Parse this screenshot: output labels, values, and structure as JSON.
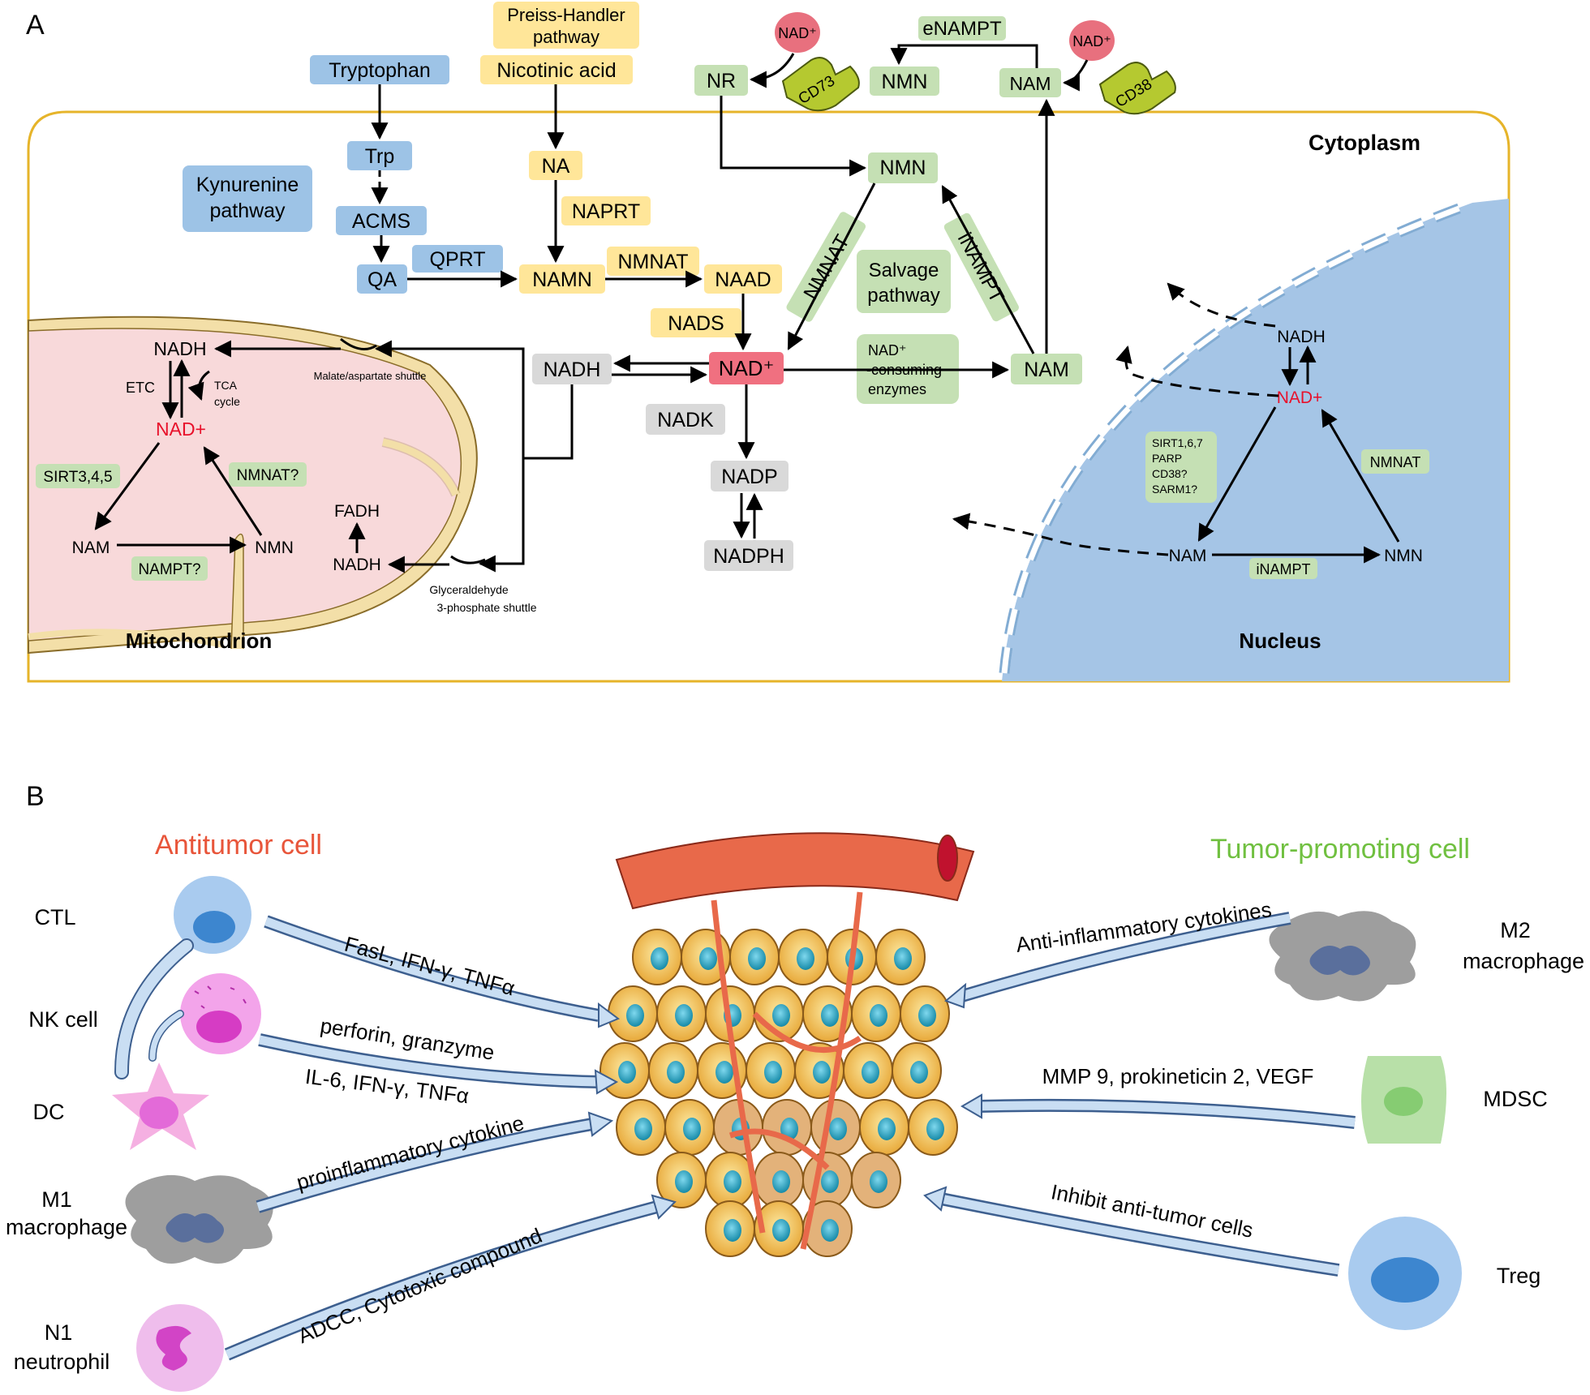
{
  "panel_a": {
    "label": "A",
    "compartments": {
      "cytoplasm": "Cytoplasm",
      "mitochondrion": "Mitochondrion",
      "nucleus": "Nucleus"
    },
    "pathways": {
      "preiss_handler": [
        "Preiss-Handler",
        "pathway"
      ],
      "kynurenine": [
        "Kynurenine",
        "pathway"
      ],
      "salvage": [
        "Salvage",
        "pathway"
      ]
    },
    "extracellular": {
      "nad_left": "NAD⁺",
      "cd73": "CD73",
      "nr": "NR",
      "enampt": "eNAMPT",
      "nmn": "NMN",
      "nad_right": "NAD⁺",
      "cd38": "CD38",
      "nam": "NAM"
    },
    "kynurenine_nodes": {
      "tryptophan": "Tryptophan",
      "trp": "Trp",
      "acms": "ACMS",
      "qa": "QA",
      "qprt": "QPRT"
    },
    "preiss_nodes": {
      "nicotinic_acid": "Nicotinic acid",
      "na": "NA",
      "naprt": "NAPRT",
      "namn": "NAMN",
      "nmnat": "NMNAT",
      "naad": "NAAD",
      "nads": "NADS"
    },
    "salvage_nodes": {
      "nmn": "NMN",
      "nmnat": "NMNAT",
      "inampt": "iNAMPT",
      "nam": "NAM",
      "consuming": [
        "NAD⁺",
        "-consuming",
        "enzymes"
      ]
    },
    "core_nodes": {
      "nad": "NAD⁺",
      "nadh": "NADH",
      "nadk": "NADK",
      "nadp": "NADP",
      "nadph": "NADPH"
    },
    "mito": {
      "nadh": "NADH",
      "nad": "NAD+",
      "etc": "ETC",
      "tca": [
        "TCA",
        "cycle"
      ],
      "sirt": "SIRT3,4,5",
      "nmnat": "NMNAT?",
      "nam": "NAM",
      "nmn": "NMN",
      "nampt": "NAMPT?",
      "fadh": "FADH",
      "nadh2": "NADH",
      "malate_shuttle": "Malate/aspartate shuttle",
      "g3p_shuttle": [
        "Glyceraldehyde",
        "3-phosphate shuttle"
      ]
    },
    "nucleus_nodes": {
      "nadh": "NADH",
      "nad": "NAD+",
      "enzymes": [
        "SIRT1,6,7",
        "PARP",
        "CD38?",
        "SARM1?"
      ],
      "nmnat": "NMNAT",
      "nam": "NAM",
      "nmn": "NMN",
      "inampt": "iNAMPT"
    }
  },
  "panel_b": {
    "label": "B",
    "antitumor_title": "Antitumor cell",
    "protumor_title": "Tumor-promoting cell",
    "antitumor_cells": [
      "CTL",
      "NK cell",
      "DC",
      [
        "M1",
        "macrophage"
      ],
      [
        "N1",
        "neutrophil"
      ]
    ],
    "protumor_cells": [
      [
        "M2",
        "macrophage"
      ],
      "MDSC",
      "Treg"
    ],
    "arrows": {
      "ctl": "FasL, IFN-γ, TNFα",
      "nk": "perforin, granzyme",
      "dc": "IL-6, IFN-γ, TNFα",
      "m1": "proinflammatory cytokine",
      "n1": "ADCC, Cytotoxic compound",
      "m2": "Anti-inflammatory cytokines",
      "mdsc": "MMP 9, prokineticin 2, VEGF",
      "treg": "Inhibit anti-tumor cells"
    }
  },
  "colors": {
    "blue_box": "#9dc3e6",
    "yellow_box": "#ffe699",
    "green_box": "#c5e0b4",
    "gray_box": "#d9d9d9",
    "nad_box": "#f07080",
    "nad_red": "#e8102a",
    "membrane": "#e6b42a",
    "nucleus": "#a5c5e6",
    "mito_fill": "#f8d9da",
    "mito_membrane": "#f3dfa8",
    "antitumor": "#e8553a",
    "protumor": "#70c040",
    "arrow_fill": "#c9def3",
    "arrow_stroke": "#3d5f8f"
  }
}
